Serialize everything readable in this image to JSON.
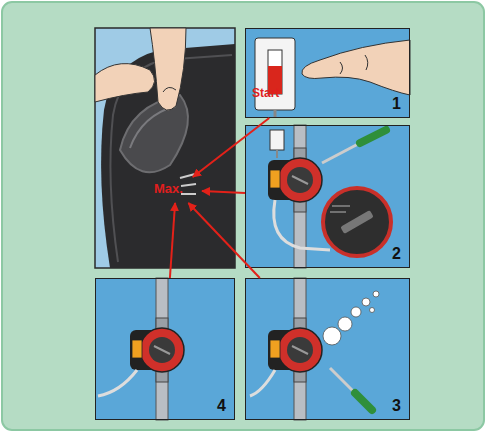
{
  "diagram": {
    "nodes": [
      {
        "text": [
          "Max."
        ]
      },
      {
        "text": [
          "Start",
          "1"
        ]
      },
      {
        "text": [
          "2"
        ]
      },
      {
        "text": [
          "3"
        ]
      },
      {
        "text": [
          "4"
        ]
      }
    ],
    "edges": [
      {
        "from": 1,
        "to": 0,
        "arrow": "to"
      },
      {
        "from": 2,
        "to": 0,
        "arrow": "to"
      },
      {
        "from": 3,
        "to": 0,
        "arrow": "to"
      },
      {
        "from": 4,
        "to": 0,
        "arrow": "to"
      }
    ]
  }
}
